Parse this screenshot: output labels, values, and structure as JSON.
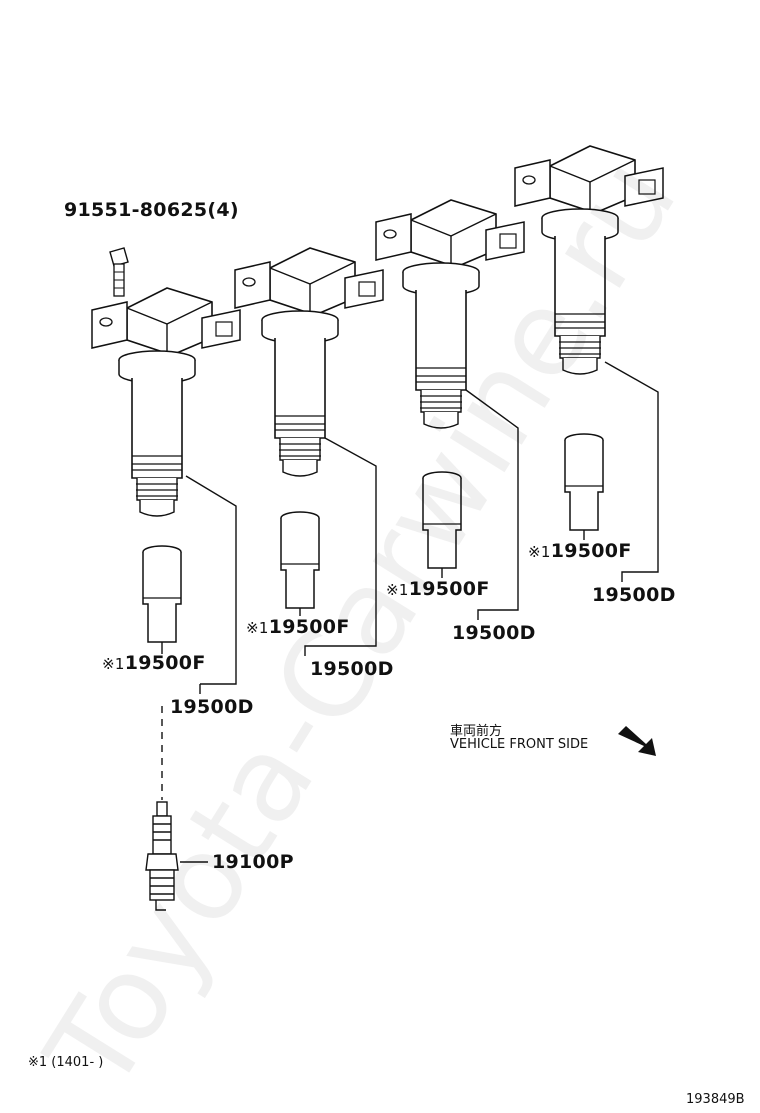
{
  "parts": {
    "bolt": "91551-80625(4)",
    "coil_1_boot": "19500F",
    "coil_1_assy": "19500D",
    "coil_2_boot": "19500F",
    "coil_2_assy": "19500D",
    "coil_3_boot": "19500F",
    "coil_3_assy": "19500D",
    "coil_4_boot": "19500F",
    "coil_4_assy": "19500D",
    "spark_plug": "19100P"
  },
  "note_mark": "※1",
  "front_side": {
    "japanese": "車両前方",
    "english": "VEHICLE FRONT SIDE"
  },
  "footnote": "※1 (1401-      )",
  "diagram_id": "193849B",
  "watermark": "Toyota-Carwine.ru"
}
